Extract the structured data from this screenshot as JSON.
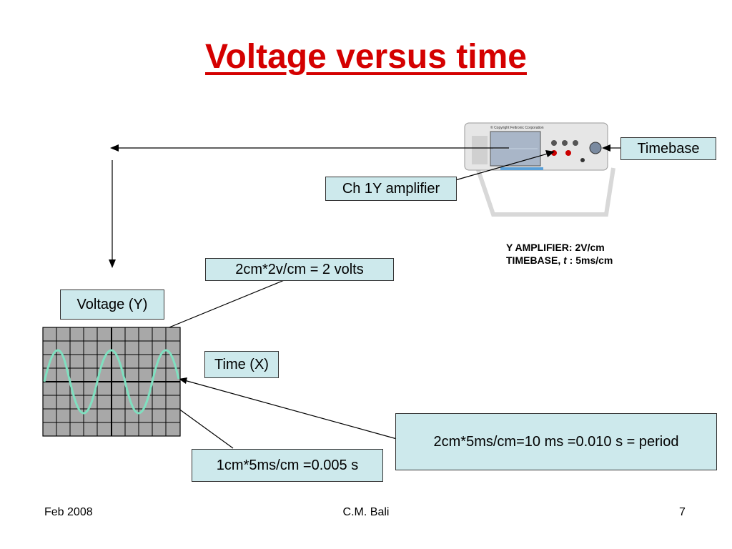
{
  "slide": {
    "title": "Voltage versus time",
    "labels": {
      "timebase": "Timebase",
      "ch1": "Ch 1Y amplifier",
      "volts": "2cm*2v/cm = 2 volts",
      "voltage_y": "Voltage (Y)",
      "time_x": "Time (X)",
      "period": "2cm*5ms/cm=10 ms =0.010 s = period",
      "half_period": "1cm*5ms/cm =0.005 s"
    },
    "info": {
      "y_amplifier": "Y AMPLIFIER: 2V/cm",
      "timebase_prefix": "TIMEBASE, ",
      "timebase_var": "t",
      "timebase_value": " : 5ms/cm"
    },
    "scope_brand": "© Copyright Feltronic Corporation"
  },
  "footer": {
    "left": "Feb 2008",
    "center": "C.M. Bali",
    "right": "7"
  },
  "colors": {
    "title": "#d40000",
    "box_fill": "#cde9ec",
    "wave": "#7fe0c0",
    "grid": "#a8a8a8"
  }
}
